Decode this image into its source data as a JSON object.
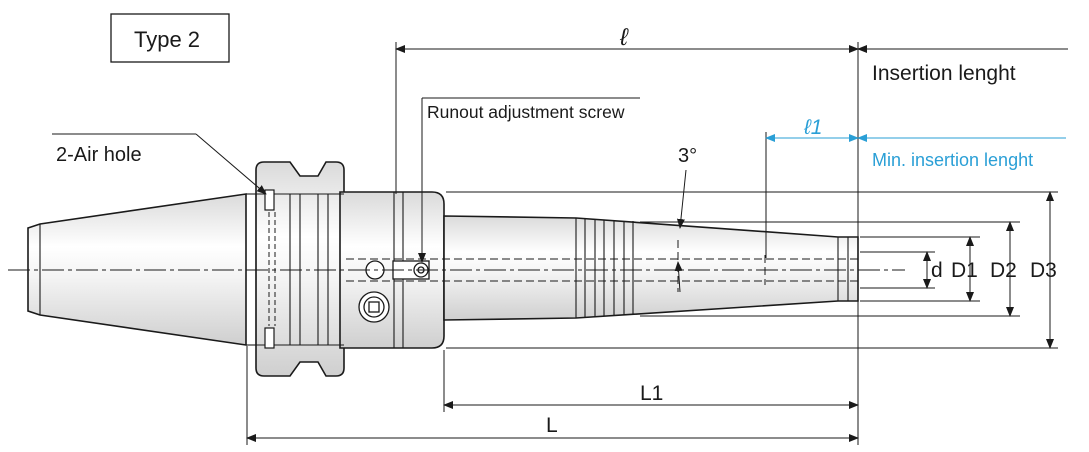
{
  "title_box": {
    "text": "Type 2"
  },
  "labels": {
    "ell": "ℓ",
    "ell1": "ℓ1",
    "insertion_length": "Insertion lenght",
    "min_insertion_length": "Min. insertion lenght",
    "runout_screw": "Runout adjustment screw",
    "air_hole": "2-Air hole",
    "angle": "3°",
    "L1": "L1",
    "L": "L",
    "d": "d",
    "D1": "D1",
    "D2": "D2",
    "D3": "D3"
  },
  "colors": {
    "line": "#1a1a1a",
    "shade": "#e6e6e6",
    "highlight": "#ffffff",
    "accent_blue": "#2a9fd6"
  }
}
